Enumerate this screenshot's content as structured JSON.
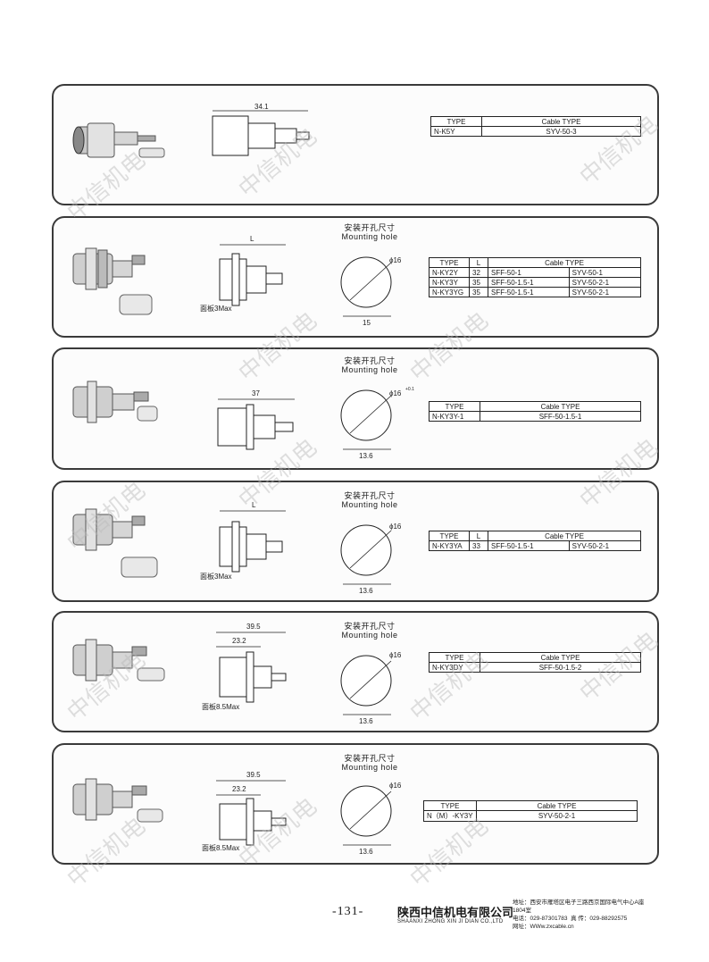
{
  "watermark": "中信机电",
  "mounting_hole": {
    "cn": "安装开孔尺寸",
    "en": "Mounting  hole"
  },
  "panels": [
    {
      "dims": {
        "length": "34.1"
      },
      "table": {
        "headers": [
          "TYPE",
          "Cable TYPE"
        ],
        "rows": [
          [
            "N-K5Y",
            "SYV-50-3"
          ]
        ]
      }
    },
    {
      "dims": {
        "length": "L",
        "panel": "面板3Max",
        "hole_dia": "ϕ16",
        "hole_flat": "15"
      },
      "table": {
        "headers": [
          "TYPE",
          "L",
          "Cable TYPE"
        ],
        "rows": [
          [
            "N-KY2Y",
            "32",
            "SFF-50-1",
            "SYV-50-1"
          ],
          [
            "N-KY3Y",
            "35",
            "SFF-50-1.5-1",
            "SYV-50-2-1"
          ],
          [
            "N-KY3YG",
            "35",
            "SFF-50-1.5-1",
            "SYV-50-2-1"
          ]
        ]
      }
    },
    {
      "dims": {
        "length": "37",
        "hole_dia": "ϕ16",
        "hole_tol": "+0.1",
        "hole_flat": "13.6"
      },
      "table": {
        "headers": [
          "TYPE",
          "Cable TYPE"
        ],
        "rows": [
          [
            "N-KY3Y-1",
            "SFF-50-1.5-1"
          ]
        ]
      }
    },
    {
      "dims": {
        "length": "L",
        "panel": "面板3Max",
        "hole_dia": "ϕ16",
        "hole_flat": "13.6"
      },
      "table": {
        "headers": [
          "TYPE",
          "L",
          "Cable TYPE"
        ],
        "rows": [
          [
            "N-KY3YA",
            "33",
            "SFF-50-1.5-1",
            "SYV-50-2-1"
          ]
        ]
      }
    },
    {
      "dims": {
        "length": "39.5",
        "length2": "23.2",
        "panel": "面板8.5Max",
        "hole_dia": "ϕ16",
        "hole_flat": "13.6"
      },
      "table": {
        "headers": [
          "TYPE",
          "Cable TYPE"
        ],
        "rows": [
          [
            "N-KY3DY",
            "SFF-50-1.5-2"
          ]
        ]
      }
    },
    {
      "dims": {
        "length": "39.5",
        "length2": "23.2",
        "panel": "面板8.5Max",
        "hole_dia": "ϕ16",
        "hole_flat": "13.6"
      },
      "table": {
        "headers": [
          "TYPE",
          "Cable TYPE"
        ],
        "rows": [
          [
            "N（M）-KY3Y",
            "SYV-50-2-1"
          ]
        ]
      }
    }
  ],
  "footer": {
    "page_number": "-131-",
    "company_cn": "陕西中信机电有限公司",
    "company_en": "SHAANXI ZHONG XIN JI DIAN CO.,LTD",
    "address": "地址：西安市雁塔区电子三路西京国际电气中心A座1804室",
    "phone": "电话：029-87301783",
    "fax": "真  传：029-88292575",
    "website": "网址：WWw.zxcable.cn"
  }
}
